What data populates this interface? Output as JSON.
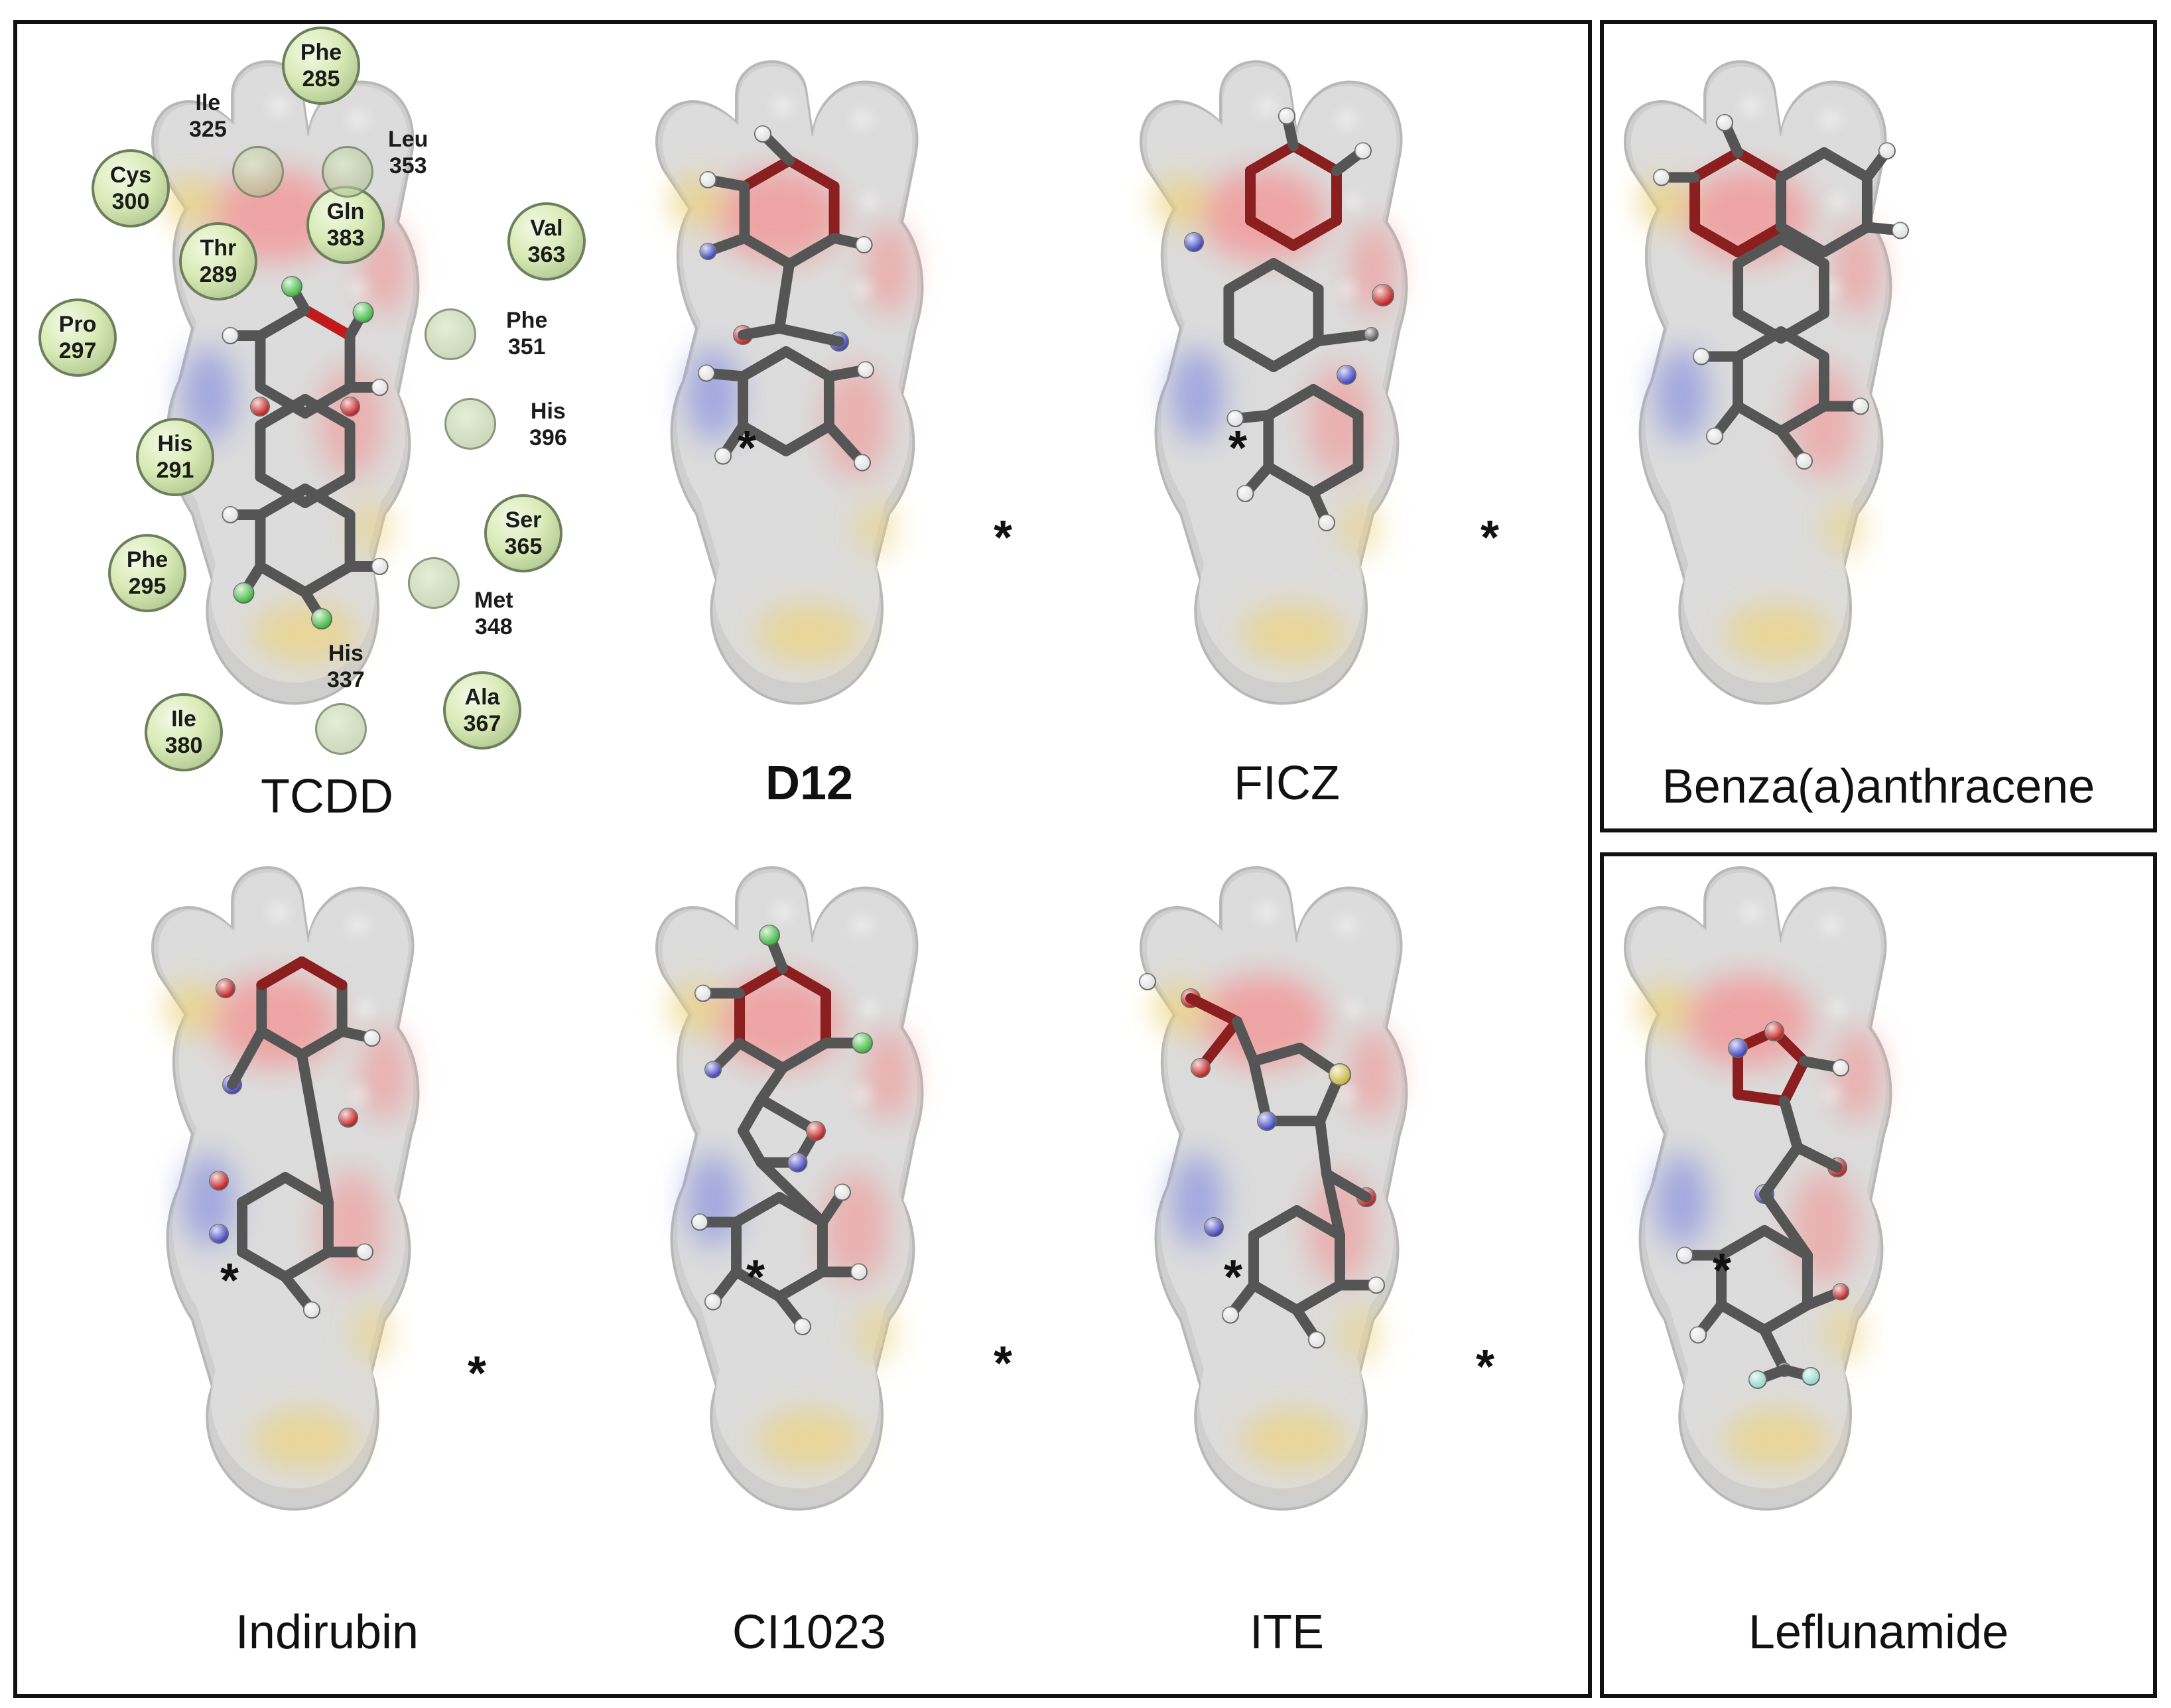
{
  "panels": [
    {
      "id": "tcdd",
      "label": "TCDD",
      "bold": false
    },
    {
      "id": "d12",
      "label": "D12",
      "bold": true
    },
    {
      "id": "ficz",
      "label": "FICZ",
      "bold": false
    },
    {
      "id": "benza",
      "label": "Benza(a)anthracene",
      "bold": false
    },
    {
      "id": "indirubin",
      "label": "Indirubin",
      "bold": false
    },
    {
      "id": "ci1023",
      "label": "CI1023",
      "bold": false
    },
    {
      "id": "ite",
      "label": "ITE",
      "bold": false
    },
    {
      "id": "leflunamide",
      "label": "Leflunamide",
      "bold": false
    }
  ],
  "residues": [
    {
      "name": "Phe",
      "num": "285"
    },
    {
      "name": "Ile",
      "num": "325"
    },
    {
      "name": "Leu",
      "num": "353"
    },
    {
      "name": "Cys",
      "num": "300"
    },
    {
      "name": "Gln",
      "num": "383"
    },
    {
      "name": "Val",
      "num": "363"
    },
    {
      "name": "Thr",
      "num": "289"
    },
    {
      "name": "Pro",
      "num": "297"
    },
    {
      "name": "Phe",
      "num": "351"
    },
    {
      "name": "His",
      "num": "396"
    },
    {
      "name": "His",
      "num": "291"
    },
    {
      "name": "Ser",
      "num": "365"
    },
    {
      "name": "Phe",
      "num": "295"
    },
    {
      "name": "Met",
      "num": "348"
    },
    {
      "name": "His",
      "num": "337"
    },
    {
      "name": "Ala",
      "num": "367"
    },
    {
      "name": "Ile",
      "num": "380"
    }
  ],
  "marker": "*",
  "colors": {
    "pocket": "#c9c9c9",
    "hydrophobic": "#e9d27a",
    "acceptor": "#f3a0a0",
    "donor": "#9aa0e0",
    "carbon": "#555555",
    "oxygen": "#c21a1a",
    "nitrogen": "#3a3fc0",
    "chlorine": "#38b83a",
    "hydrogen": "#e0e0e0",
    "sulfur": "#c9b33a",
    "fluorine": "#8fd6c8"
  }
}
